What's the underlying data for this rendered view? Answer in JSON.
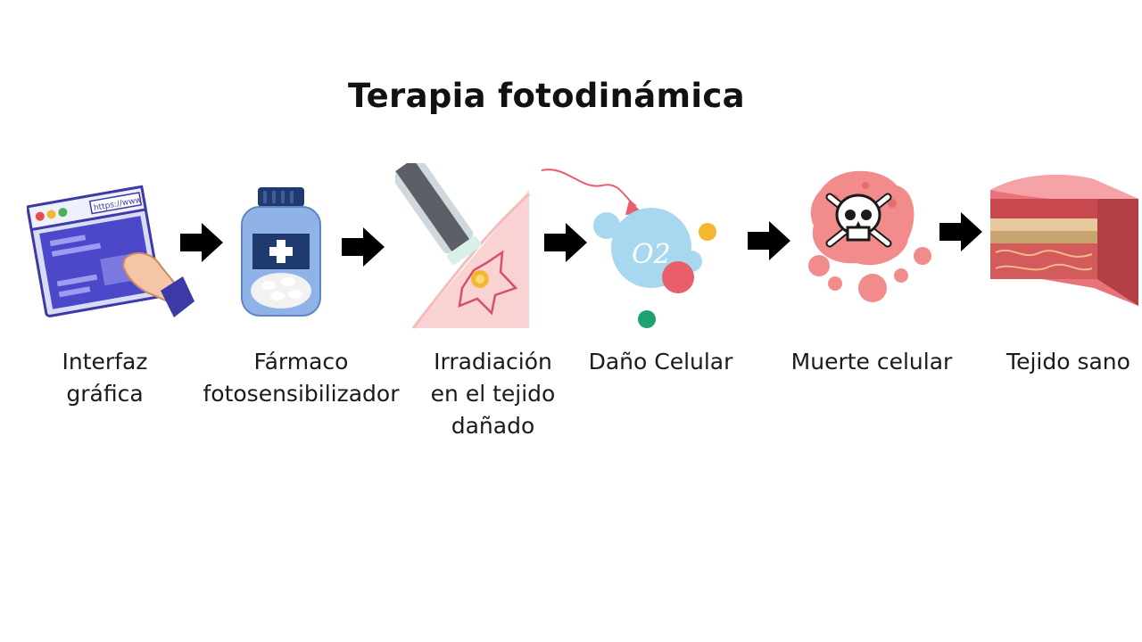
{
  "title": "Terapia fotodinámica",
  "steps": [
    {
      "icon": "browser-interface-icon",
      "label": "Interfaz gráfica",
      "url_text": "https://www"
    },
    {
      "icon": "medicine-bottle-icon",
      "label": "Fármaco fotosensibilizador"
    },
    {
      "icon": "laser-irradiation-icon",
      "label": "Irradiación en el tejido dañado"
    },
    {
      "icon": "oxygen-cell-damage-icon",
      "label": "Daño Celular",
      "symbol": "O2"
    },
    {
      "icon": "skull-cell-death-icon",
      "label": "Muerte celular"
    },
    {
      "icon": "skin-tissue-icon",
      "label": "Tejido sano"
    }
  ],
  "colors": {
    "arrow": "#000000",
    "browser": "#4b48c9",
    "bottle": "#8fb3e6",
    "bottle_label": "#1e3a6e",
    "laser_tip": "#f4b731",
    "skin_pink": "#f9d3d3",
    "damage_red": "#e85f6b",
    "oxygen_blue": "#a8d8f0",
    "dead_cell": "#f28b8b",
    "tissue_top": "#e8737a"
  }
}
